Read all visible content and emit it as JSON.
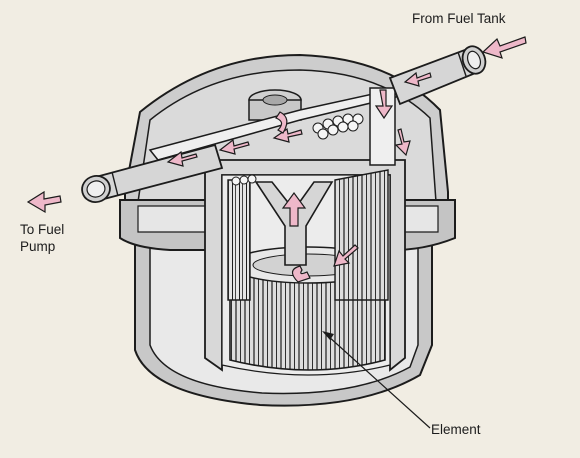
{
  "labels": {
    "from_fuel_tank": "From Fuel Tank",
    "to_fuel_pump_line1": "To Fuel",
    "to_fuel_pump_line2": "Pump",
    "element": "Element"
  },
  "colors": {
    "paper": "#f1ede3",
    "housing": "#c8c8c8",
    "housing_light": "#dcdcdc",
    "cut_face": "#e9e9e9",
    "ink": "#1c1c1c",
    "flow_arrow": "#eeb8c9"
  },
  "icons": {
    "flow": "flow-arrow-icon",
    "pointer": "leader-arrow-icon"
  }
}
